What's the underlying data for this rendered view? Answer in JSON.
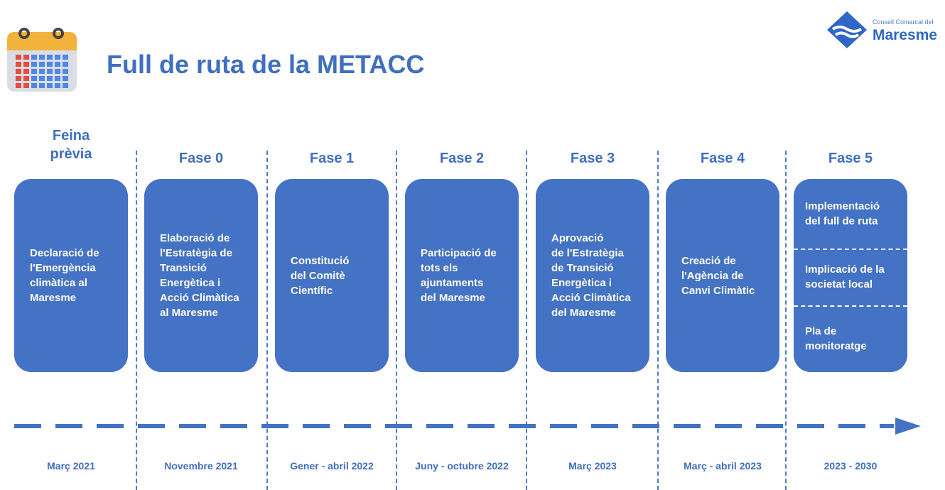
{
  "header": {
    "title": "Full de ruta de la METACC",
    "logo": {
      "small": "Consell Comarcal del",
      "big": "Maresme"
    }
  },
  "colors": {
    "accent": "#4472c4",
    "title": "#3f6fbf"
  },
  "phases": [
    {
      "title_lines": [
        "Feina",
        "prèvia"
      ],
      "box_lines": [
        "Declaració de",
        "l'Emergència",
        "climàtica al",
        "Maresme"
      ],
      "date": "Març 2021"
    },
    {
      "title_lines": [
        "Fase 0"
      ],
      "box_lines": [
        "Elaboració de",
        "l'Estratègia de",
        "Transició",
        "Energètica i",
        "Acció Climàtica",
        "al Maresme"
      ],
      "date": "Novembre 2021"
    },
    {
      "title_lines": [
        "Fase 1"
      ],
      "box_lines": [
        "Constitució",
        "del Comitè",
        "Científic"
      ],
      "date": "Gener - abril 2022"
    },
    {
      "title_lines": [
        "Fase 2"
      ],
      "box_lines": [
        "Participació de",
        "tots els",
        "ajuntaments",
        "del Maresme"
      ],
      "date": "Juny - octubre 2022"
    },
    {
      "title_lines": [
        "Fase 3"
      ],
      "box_lines": [
        "Aprovació",
        "de l'Estratègia",
        "de Transició",
        "Energètica i",
        "Acció Climàtica",
        "del Maresme"
      ],
      "date": "Març 2023"
    },
    {
      "title_lines": [
        "Fase 4"
      ],
      "box_lines": [
        "Creació de",
        "l'Agència de",
        "Canvi Climàtic"
      ],
      "date": "Març - abril 2023"
    },
    {
      "title_lines": [
        "Fase 5"
      ],
      "segments": [
        [
          "Implementació",
          "del full de ruta"
        ],
        [
          "Implicació de la",
          "societat local"
        ],
        [
          "Pla de",
          "monitoratge"
        ]
      ],
      "date": "2023 - 2030"
    }
  ]
}
